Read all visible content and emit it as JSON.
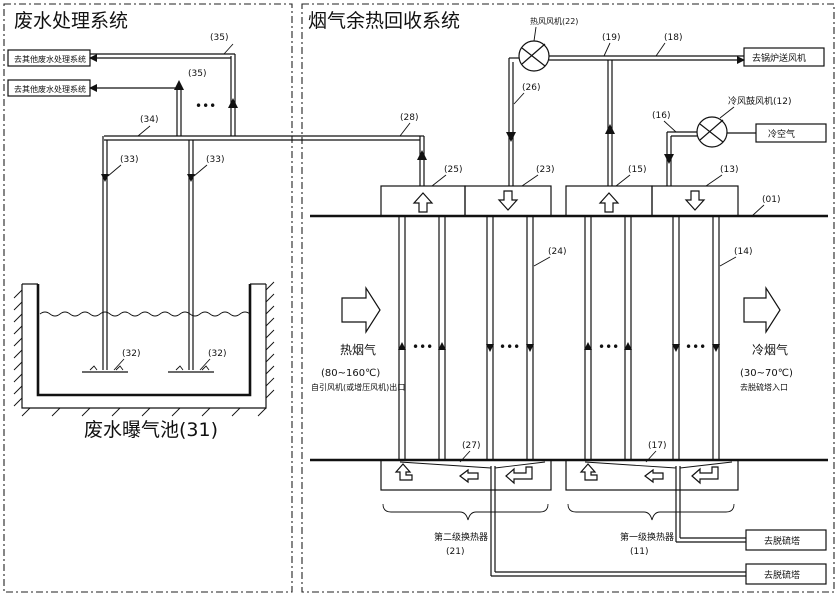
{
  "sections": {
    "left_title": "废水处理系统",
    "right_title": "烟气余热回收系统"
  },
  "labels": {
    "l35a": "(35)",
    "l35b": "(35)",
    "l34": "(34)",
    "l33a": "(33)",
    "l33b": "(33)",
    "l32a": "(32)",
    "l32b": "(32)",
    "l31": "废水曝气池(31)",
    "dots": "•••",
    "box1": "去其他废水处理系统",
    "box2": "去其他废水处理系统",
    "fan22": "热风风机(22)",
    "l19": "(19)",
    "l18": "(18)",
    "to_boiler": "去锅炉送风机",
    "fan12": "冷风鼓风机(12)",
    "l16": "(16)",
    "cold_air": "冷空气",
    "l26": "(26)",
    "l28": "(28)",
    "l25": "(25)",
    "l23": "(23)",
    "l15": "(15)",
    "l13": "(13)",
    "l01": "(01)",
    "l24": "(24)",
    "l14": "(14)",
    "hot_gas": "热烟气",
    "hot_temp": "(80~160℃)",
    "hot_src": "自引风机(或增压风机)出口",
    "cold_gas": "冷烟气",
    "cold_temp": "(30~70℃)",
    "cold_dst": "去脱硫塔入口",
    "l27": "(27)",
    "l17": "(17)",
    "hx2": "第二级换热器",
    "l21": "(21)",
    "hx1": "第一级换热器",
    "l11": "(11)",
    "desulf1": "去脱硫塔",
    "desulf2": "去脱硫塔"
  }
}
